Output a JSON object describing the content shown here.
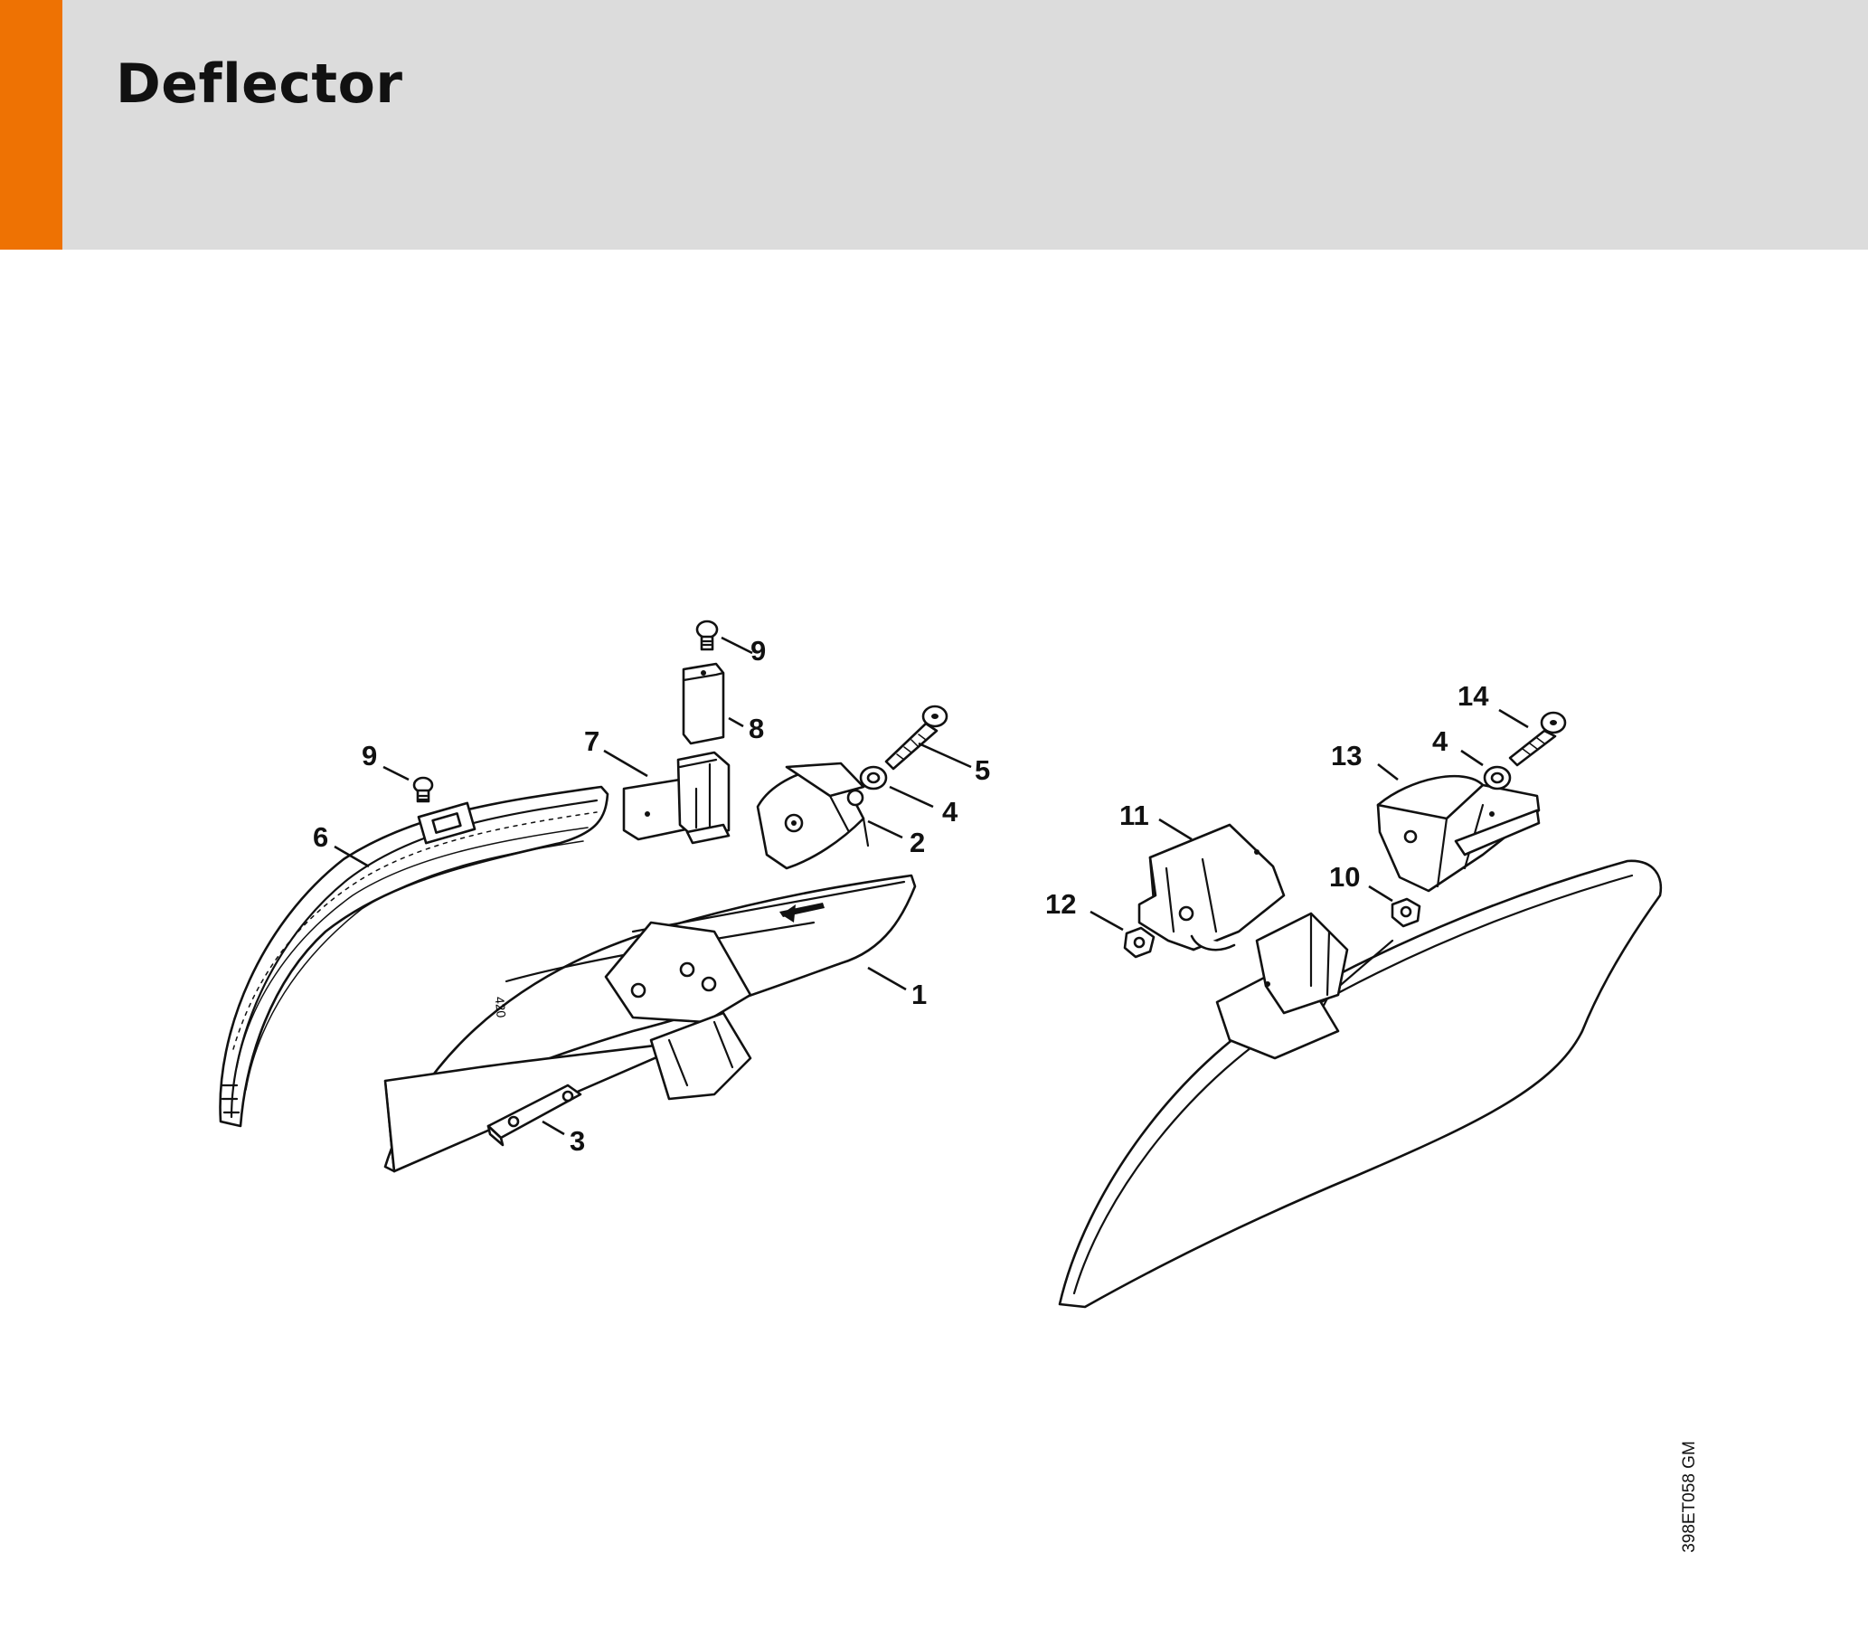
{
  "header": {
    "title": "Deflector",
    "accent_color": "#ee7203",
    "band_color": "#dcdcdc"
  },
  "diagram": {
    "drawing_code": "398ET058 GM",
    "parts": [
      {
        "label": "1",
        "part": "deflector-shield-left"
      },
      {
        "label": "2",
        "part": "clamp"
      },
      {
        "label": "3",
        "part": "clamp-plate"
      },
      {
        "label": "4",
        "part": "washer"
      },
      {
        "label": "5",
        "part": "screw"
      },
      {
        "label": "6",
        "part": "limiter-strip"
      },
      {
        "label": "7",
        "part": "bracket"
      },
      {
        "label": "8",
        "part": "line-cutter-blade"
      },
      {
        "label": "9",
        "part": "screw"
      },
      {
        "label": "9",
        "part": "screw"
      },
      {
        "label": "10",
        "part": "nut"
      },
      {
        "label": "11",
        "part": "clamp"
      },
      {
        "label": "12",
        "part": "nut"
      },
      {
        "label": "13",
        "part": "clamp"
      },
      {
        "label": "4",
        "part": "washer"
      },
      {
        "label": "14",
        "part": "screw"
      }
    ]
  }
}
